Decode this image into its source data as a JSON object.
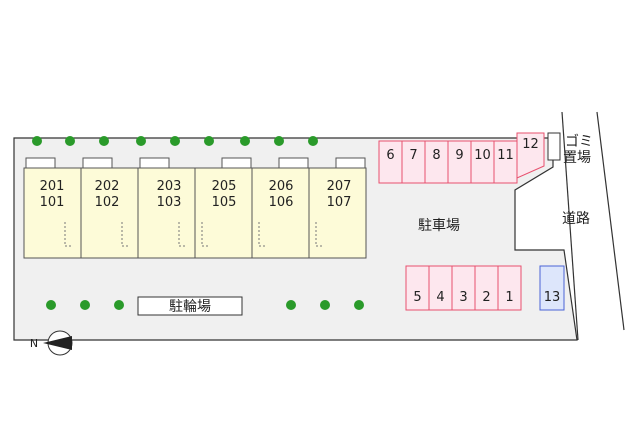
{
  "units": [
    {
      "upper": "201",
      "lower": "101"
    },
    {
      "upper": "202",
      "lower": "102"
    },
    {
      "upper": "203",
      "lower": "103"
    },
    {
      "upper": "205",
      "lower": "105"
    },
    {
      "upper": "206",
      "lower": "106"
    },
    {
      "upper": "207",
      "lower": "107"
    }
  ],
  "parking_top": [
    "6",
    "7",
    "8",
    "9",
    "10",
    "11"
  ],
  "parking_corner": "12",
  "parking_bottom": [
    "5",
    "4",
    "3",
    "2",
    "1"
  ],
  "parking_special": "13",
  "labels": {
    "parking": "駐車場",
    "bicycle_parking": "駐輪場",
    "road": "道路",
    "garbage_line1": "ゴミ",
    "garbage_line2": "置場",
    "north": "N"
  },
  "colors": {
    "building_fill": "#fdfbd8",
    "parking_fill": "#fde7ee",
    "parking_stroke": "#e8506e",
    "special_fill": "#dde6fb",
    "special_stroke": "#4a63d6",
    "lot_fill": "#f0f0f0",
    "tree": "#2a9a2a"
  }
}
